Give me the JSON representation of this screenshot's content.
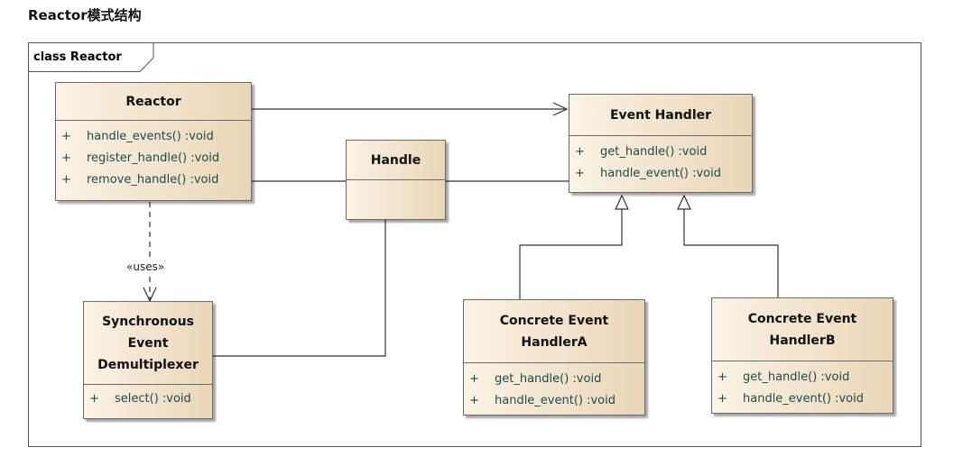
{
  "page_title": "Reactor模式结构",
  "frame": {
    "label": "class Reactor"
  },
  "classes": {
    "reactor": {
      "name": "Reactor",
      "operations": [
        {
          "vis": "+",
          "sig": "handle_events()  :void"
        },
        {
          "vis": "+",
          "sig": "register_handle()  :void"
        },
        {
          "vis": "+",
          "sig": "remove_handle()  :void"
        }
      ]
    },
    "handle": {
      "name": "Handle"
    },
    "event_handler": {
      "name": "Event Handler",
      "operations": [
        {
          "vis": "+",
          "sig": "get_handle()  :void"
        },
        {
          "vis": "+",
          "sig": "handle_event()  :void"
        }
      ]
    },
    "sync_demux": {
      "name": "Synchronous Event Demultiplexer",
      "operations": [
        {
          "vis": "+",
          "sig": "select()  :void"
        }
      ]
    },
    "concrete_a": {
      "name": "Concrete Event HandlerA",
      "operations": [
        {
          "vis": "+",
          "sig": "get_handle()  :void"
        },
        {
          "vis": "+",
          "sig": "handle_event()  :void"
        }
      ]
    },
    "concrete_b": {
      "name": "Concrete Event HandlerB",
      "operations": [
        {
          "vis": "+",
          "sig": "get_handle()  :void"
        },
        {
          "vis": "+",
          "sig": "handle_event()  :void"
        }
      ]
    }
  },
  "relations": {
    "uses_label": "«uses»"
  },
  "colors": {
    "class_fill_light": "#fbf3e5",
    "class_fill_dark": "#e9d6b7",
    "operation_text": "#1f4a4a",
    "line": "#333333"
  }
}
